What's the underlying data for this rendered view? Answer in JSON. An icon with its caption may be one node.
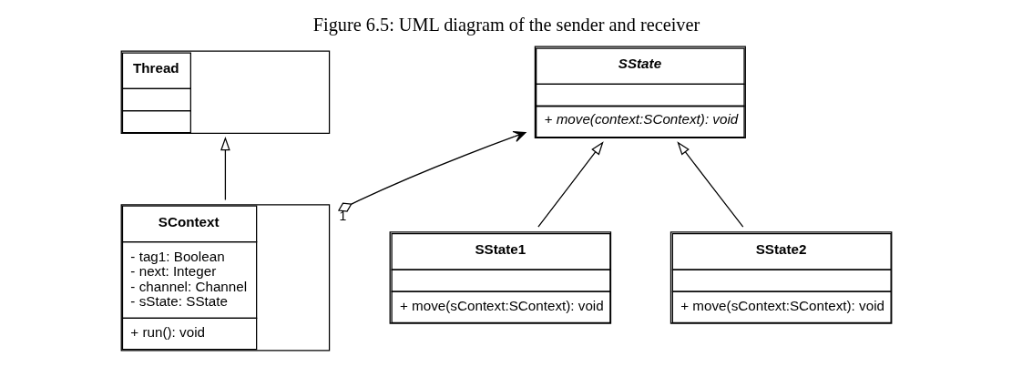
{
  "diagram": {
    "caption": "Figure 6.5: UML diagram of the sender and receiver",
    "nodes": [
      {
        "text": [
          "Thread"
        ]
      },
      {
        "text": [
          "SState",
          "+ move(context:SContext): void"
        ]
      },
      {
        "text": [
          "SContext",
          "- tag1: Boolean",
          "- next: Integer",
          "- channel: Channel",
          "- sState: SState",
          "+ run(): void"
        ]
      },
      {
        "text": [
          "SState1",
          "+ move(sContext:SContext): void"
        ]
      },
      {
        "text": [
          "SState2",
          "+ move(sContext:SContext): void"
        ]
      }
    ],
    "edges": [
      {
        "from": 2,
        "to": 0,
        "arrow": "to"
      },
      {
        "from": 2,
        "to": 1,
        "arrow": "to",
        "label": "1"
      },
      {
        "from": 3,
        "to": 1,
        "arrow": "to"
      },
      {
        "from": 4,
        "to": 1,
        "arrow": "to"
      }
    ]
  }
}
